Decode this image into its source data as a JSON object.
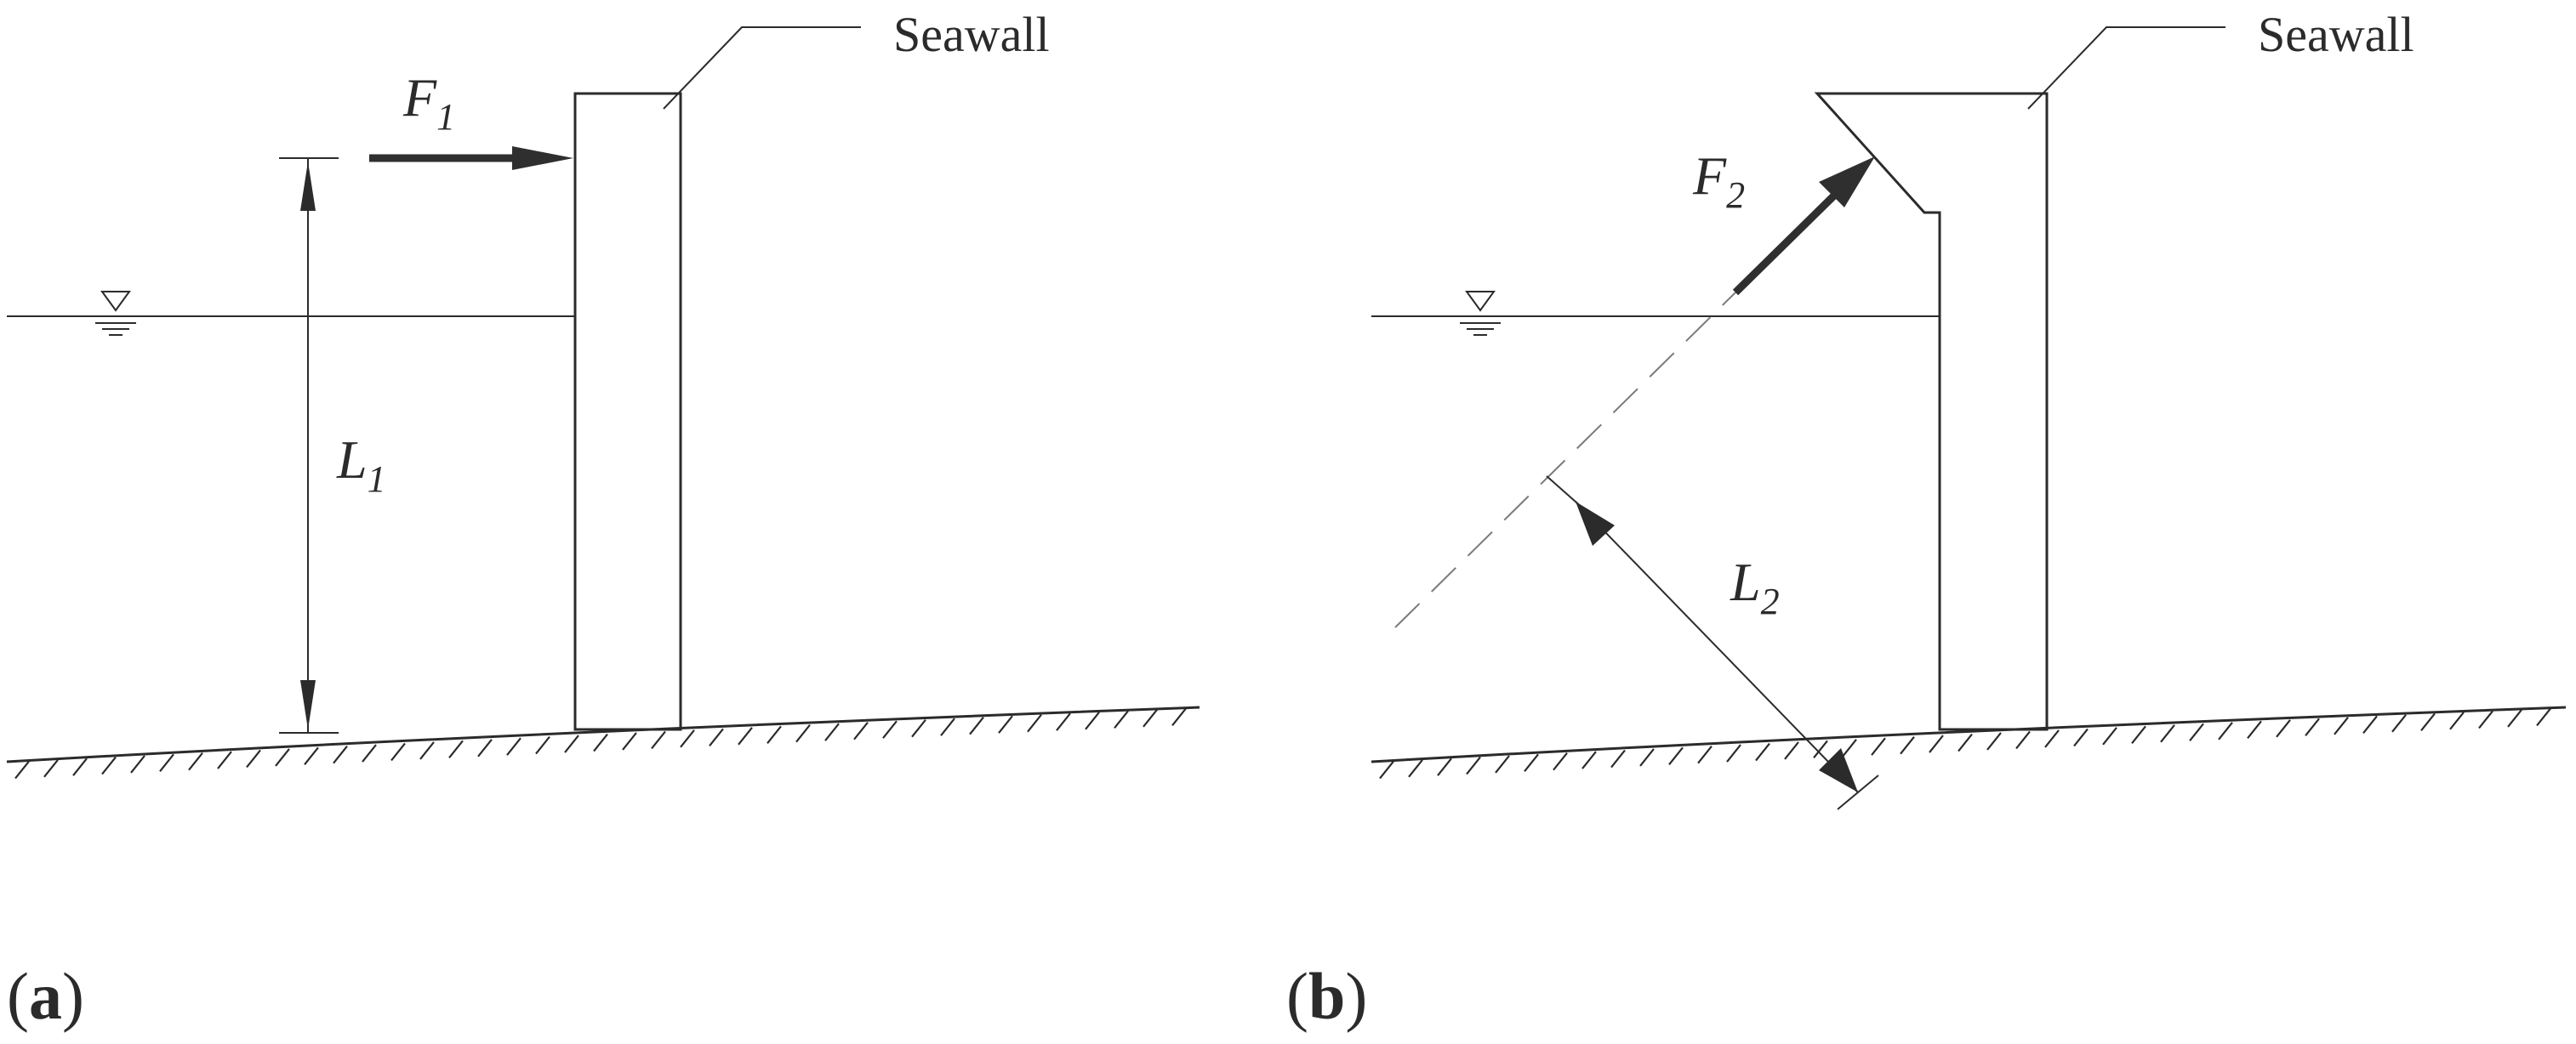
{
  "panels": [
    {
      "id": "a",
      "panel_label": "(a)",
      "panel_letter": "a",
      "callout": "Seawall",
      "force_symbol": "F",
      "force_subscript": "1",
      "length_symbol": "L",
      "length_subscript": "1",
      "icons": [
        "water-level-icon"
      ]
    },
    {
      "id": "b",
      "panel_label": "(b)",
      "panel_letter": "b",
      "callout": "Seawall",
      "force_symbol": "F",
      "force_subscript": "2",
      "length_symbol": "L",
      "length_subscript": "2",
      "icons": [
        "water-level-icon"
      ]
    }
  ],
  "colors": {
    "line": "#2b2b2b",
    "force_arrow": "#2f2f2f",
    "dashed_line": "#7a7a7a",
    "background": "#ffffff"
  }
}
